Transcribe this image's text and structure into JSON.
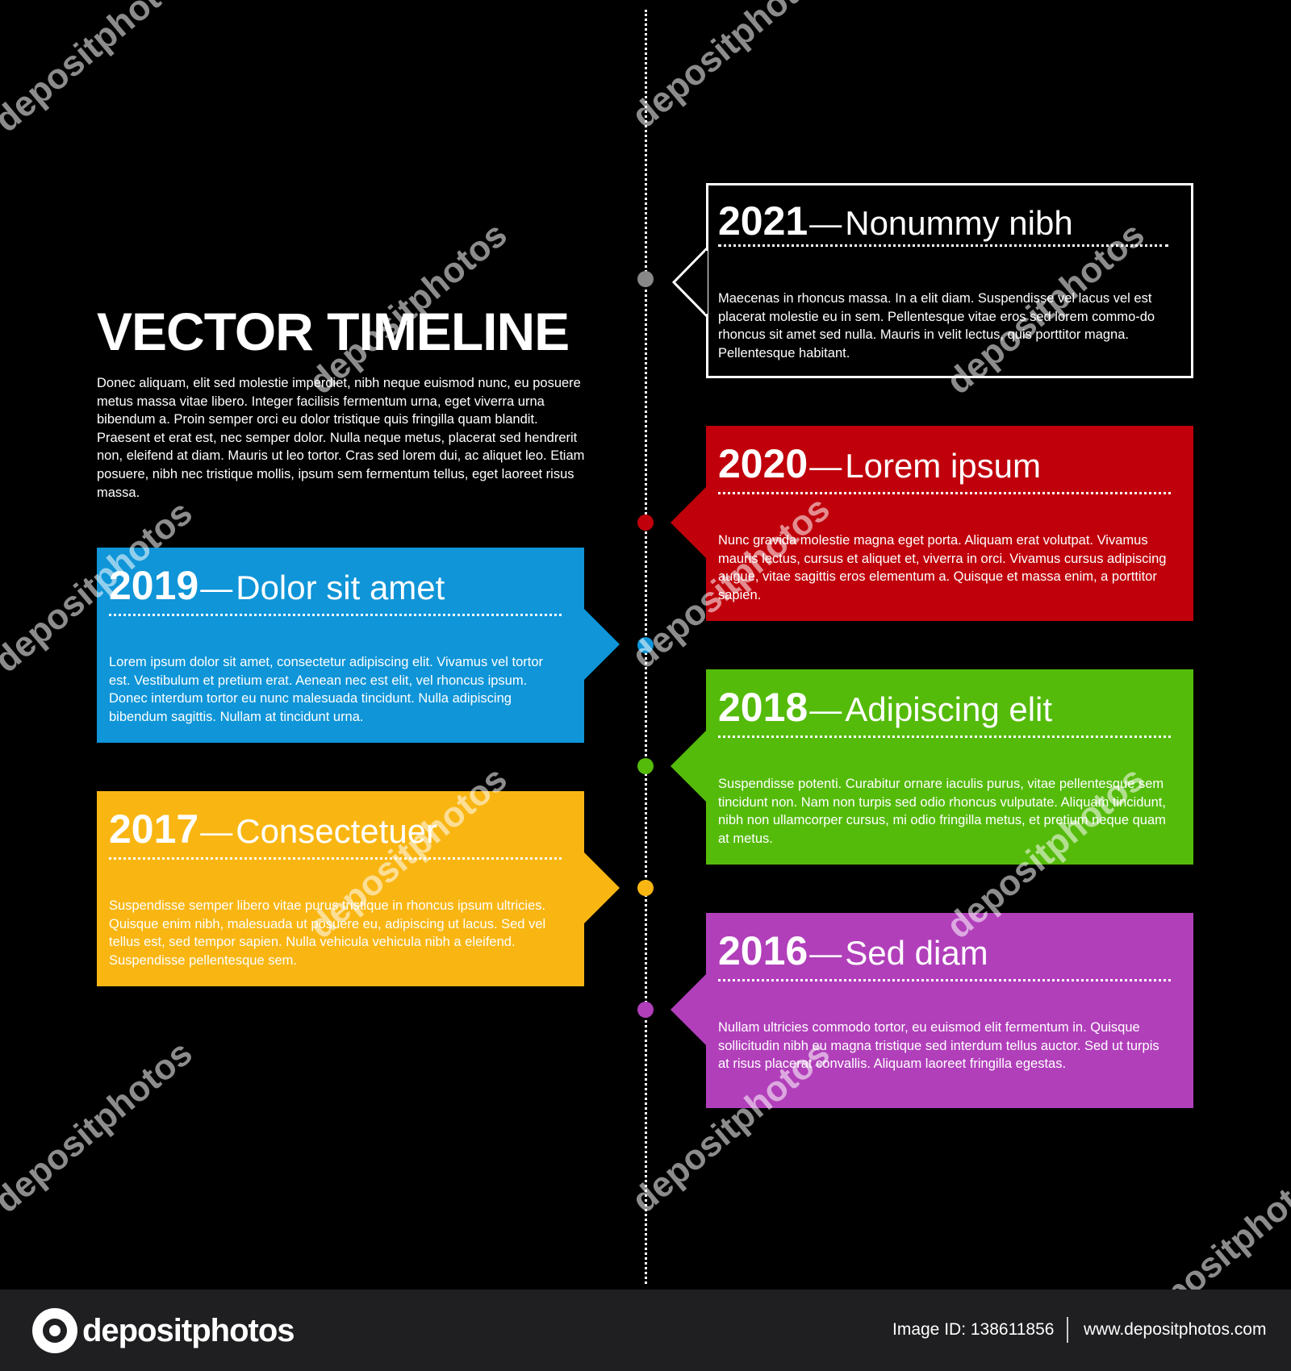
{
  "intro": {
    "title": "VECTOR TIMELINE",
    "body": "Donec aliquam, elit sed molestie imperdiet, nibh neque euismod nunc, eu posuere metus massa vitae libero. Integer facilisis fermentum urna, eget viverra urna bibendum a. Proin semper orci eu dolor tristique quis fringilla quam blandit. Praesent et erat est, nec semper dolor. Nulla neque metus, placerat sed hendrerit non, eleifend at diam. Mauris ut leo tortor. Cras sed lorem dui, ac aliquet leo. Etiam posuere, nibh nec tristique mollis, ipsum sem fermentum tellus, eget laoreet risus massa."
  },
  "events": [
    {
      "year": "2021",
      "dash": "—",
      "label": "Nonummy nibh",
      "text": "Maecenas in rhoncus massa. In a elit diam. Suspendisse vel lacus vel est placerat molestie eu in sem. Pellentesque vitae eros sed lorem commo-do rhoncus sit amet sed nulla. Mauris in velit lectus, quis porttitor magna. Pellentesque habitant.",
      "color": "#000000",
      "dot_color": "#888888",
      "style": "outlined"
    },
    {
      "year": "2020",
      "dash": "—",
      "label": "Lorem ipsum",
      "text": "Nunc gravida molestie magna eget porta. Aliquam erat volutpat. Vivamus mauris lectus, cursus et aliquet et, viverra in orci. Vivamus cursus adipiscing augue, vitae sagittis eros elementum a. Quisque et massa enim, a porttitor sapien.",
      "color": "#c0000b",
      "dot_color": "#c0000b",
      "style": "filled"
    },
    {
      "year": "2019",
      "dash": "—",
      "label": "Dolor sit amet",
      "text": "Lorem ipsum dolor sit amet, consectetur adipiscing elit. Vivamus vel tortor est. Vestibulum et pretium erat. Aenean nec est elit, vel rhoncus ipsum. Donec interdum tortor eu nunc malesuada tincidunt. Nulla adipiscing bibendum sagittis. Nullam at tincidunt urna.",
      "color": "#0f95d8",
      "dot_color": "#0f95d8",
      "style": "filled"
    },
    {
      "year": "2018",
      "dash": "—",
      "label": "Adipiscing elit",
      "text": "Suspendisse potenti. Curabitur ornare iaculis purus, vitae pellentesque sem tincidunt non. Nam non turpis sed odio rhoncus vulputate. Aliquam tincidunt, nibh non ullamcorper cursus, mi odio fringilla metus, et pretium neque quam at metus.",
      "color": "#55bb0b",
      "dot_color": "#55bb0b",
      "style": "filled"
    },
    {
      "year": "2017",
      "dash": "—",
      "label": "Consectetuer",
      "text": "Suspendisse semper libero vitae purus tristique in rhoncus ipsum ultricies. Quisque enim nibh, malesuada ut posuere eu, adipiscing ut lacus. Sed vel tellus est, sed tempor sapien. Nulla vehicula vehicula nibh a eleifend. Suspendisse pellentesque sem.",
      "color": "#f9b613",
      "dot_color": "#f9b613",
      "style": "filled"
    },
    {
      "year": "2016",
      "dash": "—",
      "label": "Sed diam",
      "text": "Nullam ultricies commodo tortor, eu euismod elit fermentum in. Quisque sollicitudin nibh eu magna tristique sed interdum tellus auctor. Sed ut turpis at risus placerat convallis. Aliquam laoreet fringilla egestas.",
      "color": "#b13fba",
      "dot_color": "#b13fba",
      "style": "filled"
    }
  ],
  "watermark": "depositphotos",
  "footer": {
    "brand": "depositphotos",
    "image_id": "Image ID: 138611856",
    "site": "www.depositphotos.com"
  }
}
